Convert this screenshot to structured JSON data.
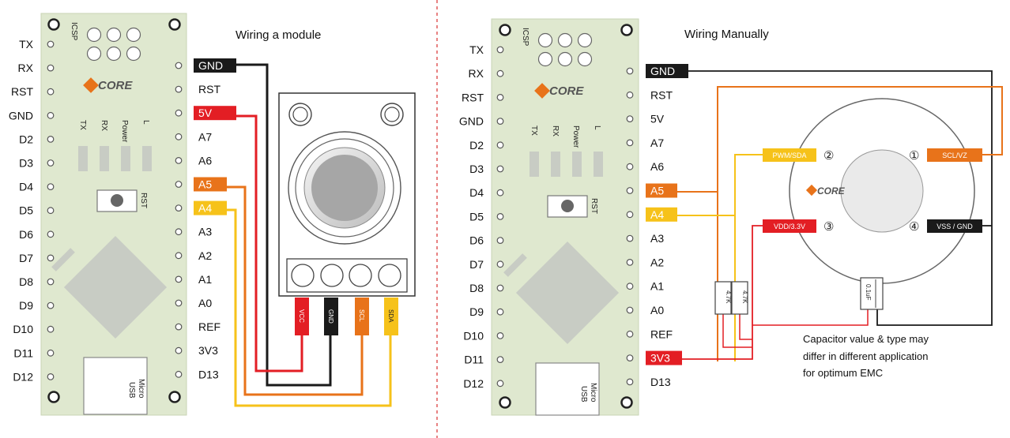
{
  "left": {
    "title": "Wiring a module",
    "board_left_pins": [
      "TX",
      "RX",
      "RST",
      "GND",
      "D2",
      "D3",
      "D4",
      "D5",
      "D6",
      "D7",
      "D8",
      "D9",
      "D10",
      "D11",
      "D12"
    ],
    "board_right_pins": [
      "GND",
      "RST",
      "5V",
      "A7",
      "A6",
      "A5",
      "A4",
      "A3",
      "A2",
      "A1",
      "A0",
      "REF",
      "3V3",
      "D13"
    ],
    "module_pins": [
      "VCC",
      "GND",
      "SCL",
      "SDA"
    ]
  },
  "right": {
    "title": "Wiring Manually",
    "board_left_pins": [
      "TX",
      "RX",
      "RST",
      "GND",
      "D2",
      "D3",
      "D4",
      "D5",
      "D6",
      "D7",
      "D8",
      "D9",
      "D10",
      "D11",
      "D12"
    ],
    "board_right_pins": [
      "GND",
      "RST",
      "5V",
      "A7",
      "A6",
      "A5",
      "A4",
      "A3",
      "A2",
      "A1",
      "A0",
      "REF",
      "3V3",
      "D13"
    ],
    "sensor_pins": {
      "p1": {
        "num": "①",
        "label": "SCL/VZ"
      },
      "p2": {
        "num": "②",
        "label": "PWM/SDA"
      },
      "p3": {
        "num": "③",
        "label": "VDD/3.3V"
      },
      "p4": {
        "num": "④",
        "label": "VSS / GND"
      }
    },
    "resistor_a": "4.7K",
    "resistor_b": "4.7K",
    "capacitor": "0.1uF",
    "note": [
      "Capacitor value & type may",
      "differ in different application",
      "for optimum EMC"
    ]
  },
  "board": {
    "icsp": "ICSP",
    "logo": "CORE",
    "leds": [
      "TX",
      "RX",
      "Power",
      "L"
    ],
    "rst_button": "RST",
    "usb": [
      "Micro",
      "USB"
    ]
  },
  "colors": {
    "board": "#dfe8cf",
    "red": "#e31e24",
    "black": "#1a1a1a",
    "orange": "#e8731a",
    "yellow": "#f6c21a",
    "grey_led": "#c8ccc4",
    "divider": "#e05a5a"
  }
}
